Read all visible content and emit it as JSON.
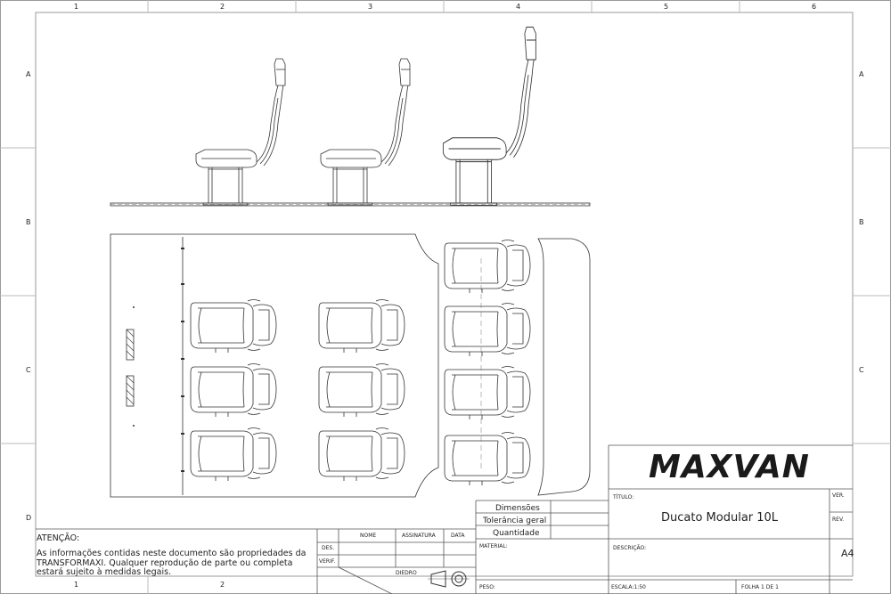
{
  "drawing": {
    "zones_top": [
      "1",
      "2",
      "3",
      "4",
      "5",
      "6"
    ],
    "zones_bottom": [
      "1",
      "2"
    ],
    "zones_side": [
      "A",
      "B",
      "C",
      "D"
    ],
    "brand": "MAXVAN",
    "title_label": "TÍTULO:",
    "title": "Ducato Modular 10L",
    "ver_label": "VER.",
    "rev_label": "REV.",
    "description_label": "DESCRIÇÃO:",
    "sheet_size": "A4",
    "scale": "ESCALA:1:50",
    "sheet": "FOLHA 1 DE 1",
    "material_label": "MATERIAL:",
    "weight_label": "PESO:",
    "dimensions_label": "Dimensões",
    "tolerance_label": "Tolerância geral",
    "quantity_label": "Quantidade",
    "col_name": "NOME",
    "col_signature": "ASSINATURA",
    "col_date": "DATA",
    "row_des": "DES.",
    "row_verif": "VERIF.",
    "projection_label": "DIEDRO",
    "warning_title": "ATENÇÃO:",
    "warning_text": "As informações contidas neste documento são propriedades da TRANSFORMAXI. Qualquer reprodução de parte ou completa estará sujeito à medidas legais."
  }
}
